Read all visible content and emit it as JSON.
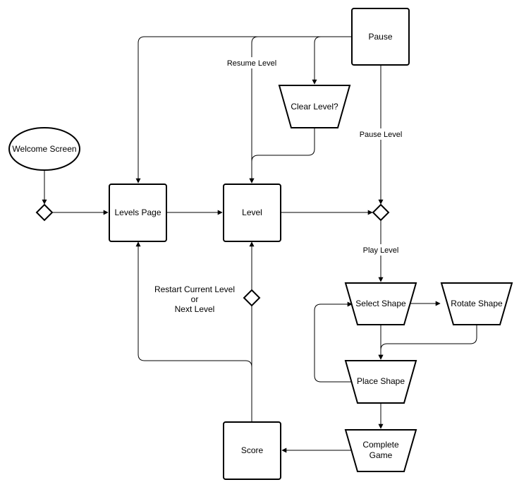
{
  "nodes": {
    "welcome": "Welcome Screen",
    "levels_page": "Levels Page",
    "level": "Level",
    "pause": "Pause",
    "clear_level": "Clear Level?",
    "select_shape": "Select Shape",
    "rotate_shape": "Rotate Shape",
    "place_shape": "Place Shape",
    "complete_game_line1": "Complete",
    "complete_game_line2": "Game",
    "score": "Score"
  },
  "edge_labels": {
    "resume_level": "Resume Level",
    "pause_level": "Pause Level",
    "play_level": "Play Level",
    "restart_line1": "Restart Current Level",
    "restart_line2": "or",
    "restart_line3": "Next Level"
  },
  "colors": {
    "stroke": "#000000",
    "fill": "#ffffff"
  }
}
